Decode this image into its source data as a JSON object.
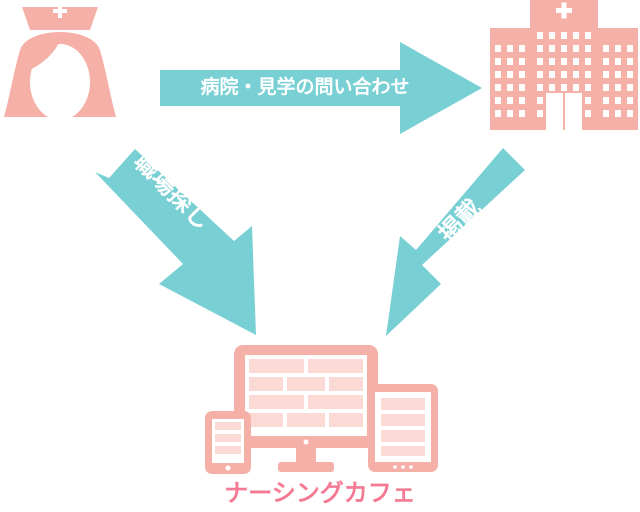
{
  "colors": {
    "pink": "#f5b0a8",
    "pink_light": "#fbd9d4",
    "teal": "#79d0d4",
    "brand": "#f47a93",
    "white": "#ffffff"
  },
  "icons": {
    "nurse": "nurse-icon",
    "hospital": "hospital-icon",
    "devices": "devices-icon"
  },
  "arrows": {
    "top_label": "病院・見学の問い合わせ",
    "left_label": "職場探し",
    "right_label": "掲載"
  },
  "brand": {
    "name": "ナーシングカフェ"
  }
}
